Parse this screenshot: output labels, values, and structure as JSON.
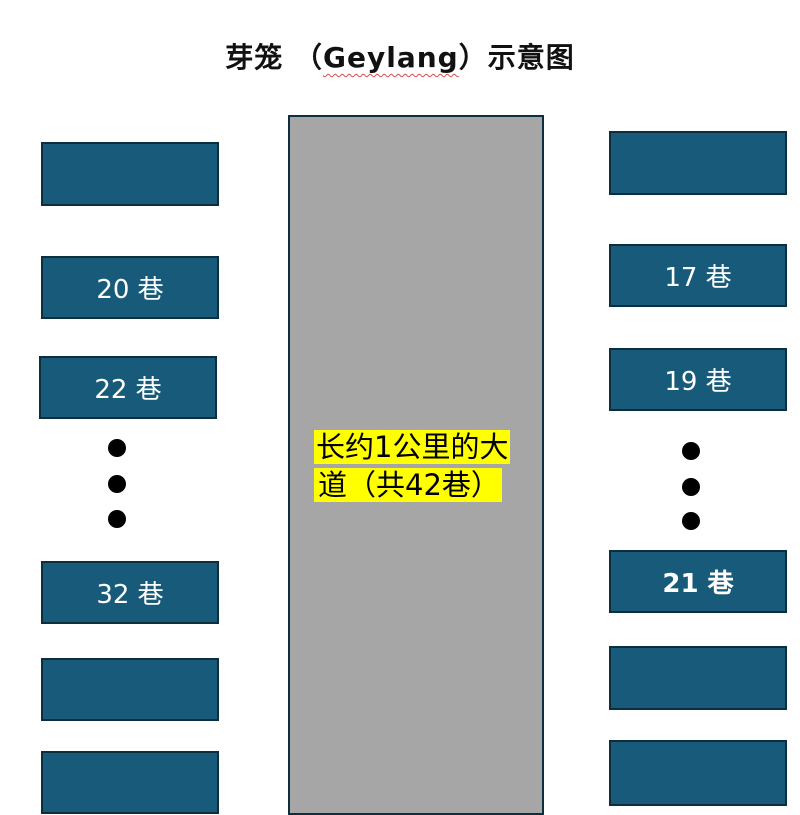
{
  "title": {
    "prefix": "芽笼 （",
    "name": "Geylang",
    "suffix": "）示意图"
  },
  "road": {
    "label_line1": "长约1公里的大",
    "label_line2": "道（共42巷）"
  },
  "left_lanes": [
    "",
    "20 巷",
    "22 巷",
    "32 巷",
    "",
    ""
  ],
  "right_lanes": [
    "",
    "17 巷",
    "19 巷",
    "21 巷",
    "",
    ""
  ],
  "colors": {
    "lane_fill": "#175a7a",
    "lane_border": "#0c2f40",
    "road_fill": "#a6a6a6",
    "highlight": "#ffff00"
  }
}
